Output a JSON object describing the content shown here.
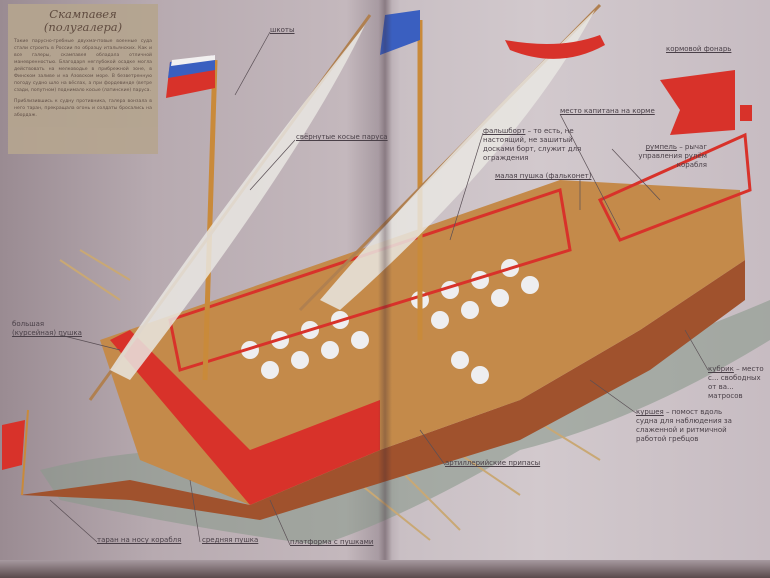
{
  "infobox": {
    "title_line1": "Скампавея",
    "title_line2": "(полугалера)",
    "paragraph1": "Такие парусно-гребные двухмачтовые военные суда стали строить в России по образцу итальянских. Как и все галеры, скампавея обладала отличной маневренностью. Благодаря неглубокой осадке могла действовать на мелководье в прибрежной зоне, в Финском заливе и на Азовском море. В безветренную погоду судно шло на вёслах, а при фордевинде (ветре сзади, попутном) поднимало косые (латинские) паруса.",
    "paragraph2": "Приблизившись к судну противника, галера вонзала в него таран, прекращала огонь и солдаты бросались на абордаж."
  },
  "labels": {
    "sheets": "шкоты",
    "furled_sails": "свёрнутые косые паруса",
    "stern_lantern": "кормовой фонарь",
    "captain_place": "место капитана на корме",
    "bulwark_term": "фальшборт",
    "bulwark_desc": " – то есть, не настоящий, не зашитый досками борт, служит для ограждения",
    "tiller_term": "румпель",
    "tiller_desc": " – рычаг управления рулём корабля",
    "small_cannon": "малая пушка (фальконет)",
    "big_cannon_1": "большая",
    "big_cannon_2": "(курсейная) пушка",
    "cockpit_term": "кубрик",
    "cockpit_desc": " – место с... свободных от ва... матросов",
    "gangway_term": "куршея",
    "gangway_desc": " – помост вдоль судна для наблюдения за слаженной и ритмичной работой гребцов",
    "ammo": "артиллерийские припасы",
    "ram": "таран на носу корабля",
    "medium_cannon": "средняя пушка",
    "gun_platform": "платформа с пушками"
  },
  "colors": {
    "hull_red": "#d8322a",
    "deck_yellow": "#d9a84a",
    "flag_blue": "#3a5fc0"
  }
}
